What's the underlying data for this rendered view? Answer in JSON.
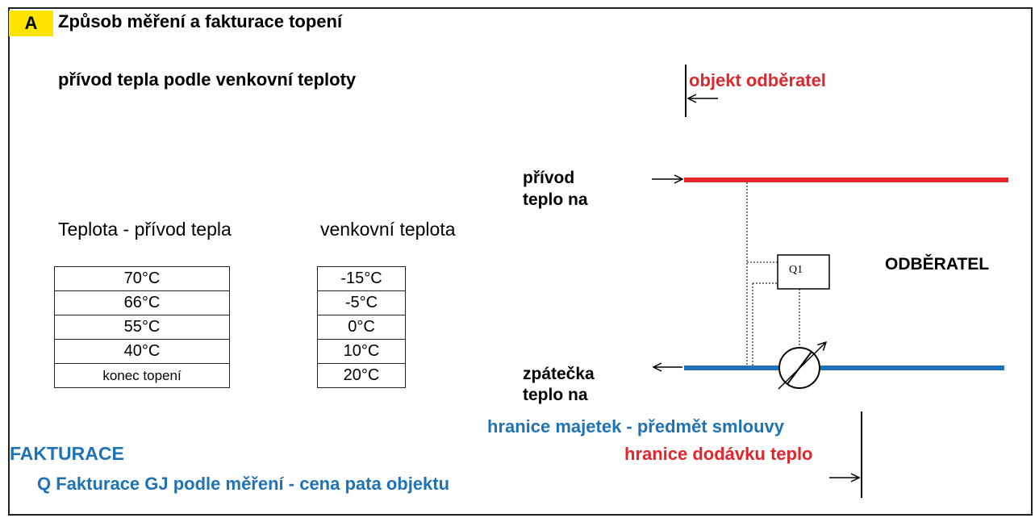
{
  "header": {
    "badge": "A",
    "title": "Způsob měření a fakturace topení"
  },
  "subtitle": "přívod tepla podle venkovní teploty",
  "table": {
    "col1_header": "Teplota - přívod tepla",
    "col2_header": "venkovní teplota",
    "rows": [
      {
        "supply": "70°C",
        "outdoor": "-15°C"
      },
      {
        "supply": "66°C",
        "outdoor": "-5°C"
      },
      {
        "supply": "55°C",
        "outdoor": "0°C"
      },
      {
        "supply": "40°C",
        "outdoor": "10°C"
      },
      {
        "supply": "konec topení",
        "outdoor": "20°C"
      }
    ]
  },
  "diagram": {
    "object_label": "objekt odběratel",
    "supply_label_line1": "přívod",
    "supply_label_line2": "teplo na",
    "return_label_line1": "zpátečka",
    "return_label_line2": "teplo na",
    "consumer_label": "ODBĚRATEL",
    "meter_label": "Q1",
    "boundary_property": "hranice majetek - předmět smlouvy",
    "boundary_delivery": "hranice dodávku teplo"
  },
  "billing": {
    "heading": "FAKTURACE",
    "line": "Q Fakturace GJ podle měření - cena pata objektu"
  },
  "colors": {
    "badge": "#fde400",
    "supply_pipe": "#e6262b",
    "return_pipe": "#1e72b5",
    "red_text": "#e0262b",
    "blue_text": "#1e72b5"
  }
}
